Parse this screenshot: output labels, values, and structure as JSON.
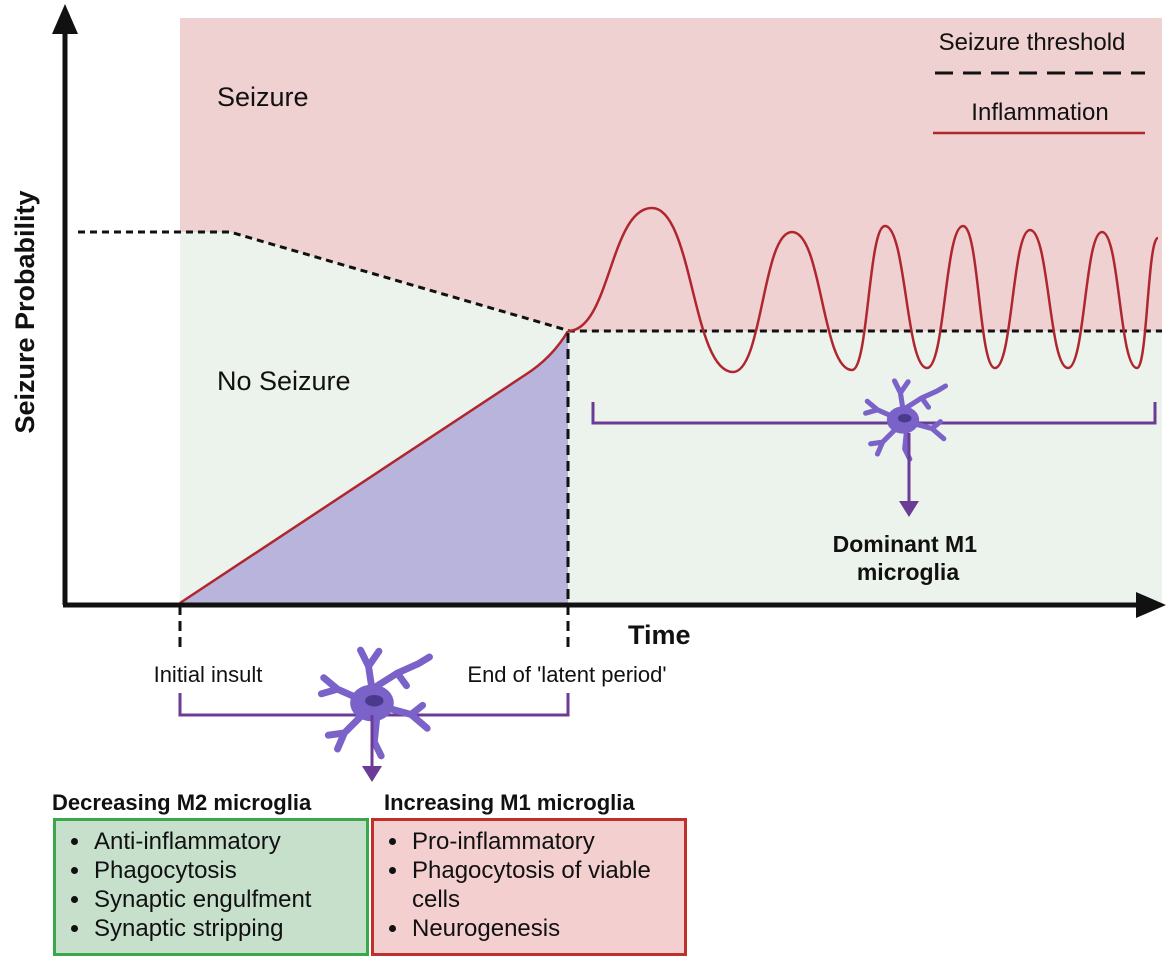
{
  "diagram": {
    "y_axis_label": "Seizure Probability",
    "x_axis_label": "Time",
    "region_seizure_label": "Seizure",
    "region_no_seizure_label": "No Seizure",
    "legend": {
      "threshold_label": "Seizure threshold",
      "inflammation_label": "Inflammation"
    },
    "markers": {
      "initial_insult": "Initial insult",
      "latent_end": "End of 'latent period'"
    },
    "dominant_m1": [
      "Dominant M1",
      "microglia"
    ],
    "colors": {
      "seizure_region": "#efd1d1",
      "no_seizure_region": "#ecf3ec",
      "latent_area": "#b9b4dc",
      "inflammation_line": "#b0262e",
      "threshold_line": "#111111",
      "bracket": "#6c3b96",
      "microglia": "#7a62c9",
      "m2_box_border": "#3aa84a",
      "m2_box_fill": "#c6e0cc",
      "m1_box_border": "#c0302a",
      "m1_box_fill": "#f3cfcf"
    },
    "icons": [
      "microglia-cell-icon",
      "arrow-down-icon"
    ]
  },
  "boxes": {
    "m2": {
      "title": "Decreasing M2 microglia",
      "items": [
        "Anti-inflammatory",
        "Phagocytosis",
        "Synaptic engulfment",
        "Synaptic stripping"
      ]
    },
    "m1": {
      "title": "Increasing M1 microglia",
      "items": [
        "Pro-inflammatory",
        "Phagocytosis of viable cells",
        "Neurogenesis"
      ]
    }
  }
}
